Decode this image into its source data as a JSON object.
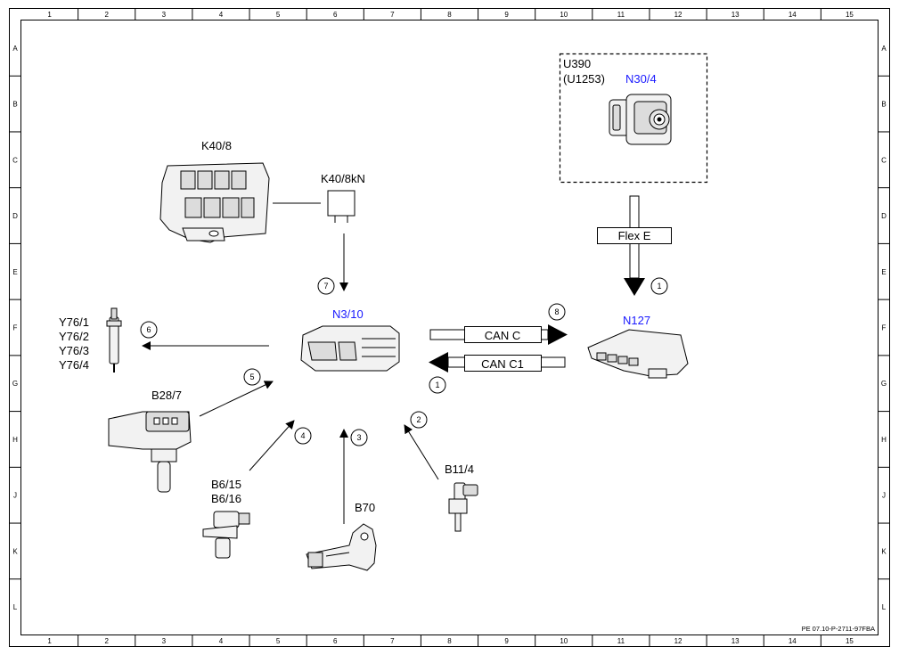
{
  "frame": {
    "columns": [
      "1",
      "2",
      "3",
      "4",
      "5",
      "6",
      "7",
      "8",
      "9",
      "10",
      "11",
      "12",
      "13",
      "14",
      "15"
    ],
    "rows": [
      "A",
      "B",
      "C",
      "D",
      "E",
      "F",
      "G",
      "H",
      "J",
      "K",
      "L"
    ],
    "doc_ref": "PE 07.10-P-2711-97FBA"
  },
  "components": {
    "u390": "U390",
    "u390_alt": "(U1253)",
    "n30_4": "N30/4",
    "k40_8": "K40/8",
    "k40_8kn": "K40/8kN",
    "n3_10": "N3/10",
    "n127": "N127",
    "y76": [
      "Y76/1",
      "Y76/2",
      "Y76/3",
      "Y76/4"
    ],
    "b28_7": "B28/7",
    "b6": [
      "B6/15",
      "B6/16"
    ],
    "b70": "B70",
    "b11_4": "B11/4"
  },
  "buses": {
    "flex_e": "Flex E",
    "can_c": "CAN C",
    "can_c1": "CAN C1"
  },
  "markers": {
    "flex_e_marker": "1",
    "can_c_marker": "8",
    "can_c1_marker": "1",
    "k40_marker": "7",
    "y76_marker": "6",
    "b28_marker": "5",
    "b6_marker": "4",
    "b70_marker": "3",
    "b11_marker": "2"
  },
  "colors": {
    "component_blue": "#1a1aff",
    "line": "#000000"
  }
}
